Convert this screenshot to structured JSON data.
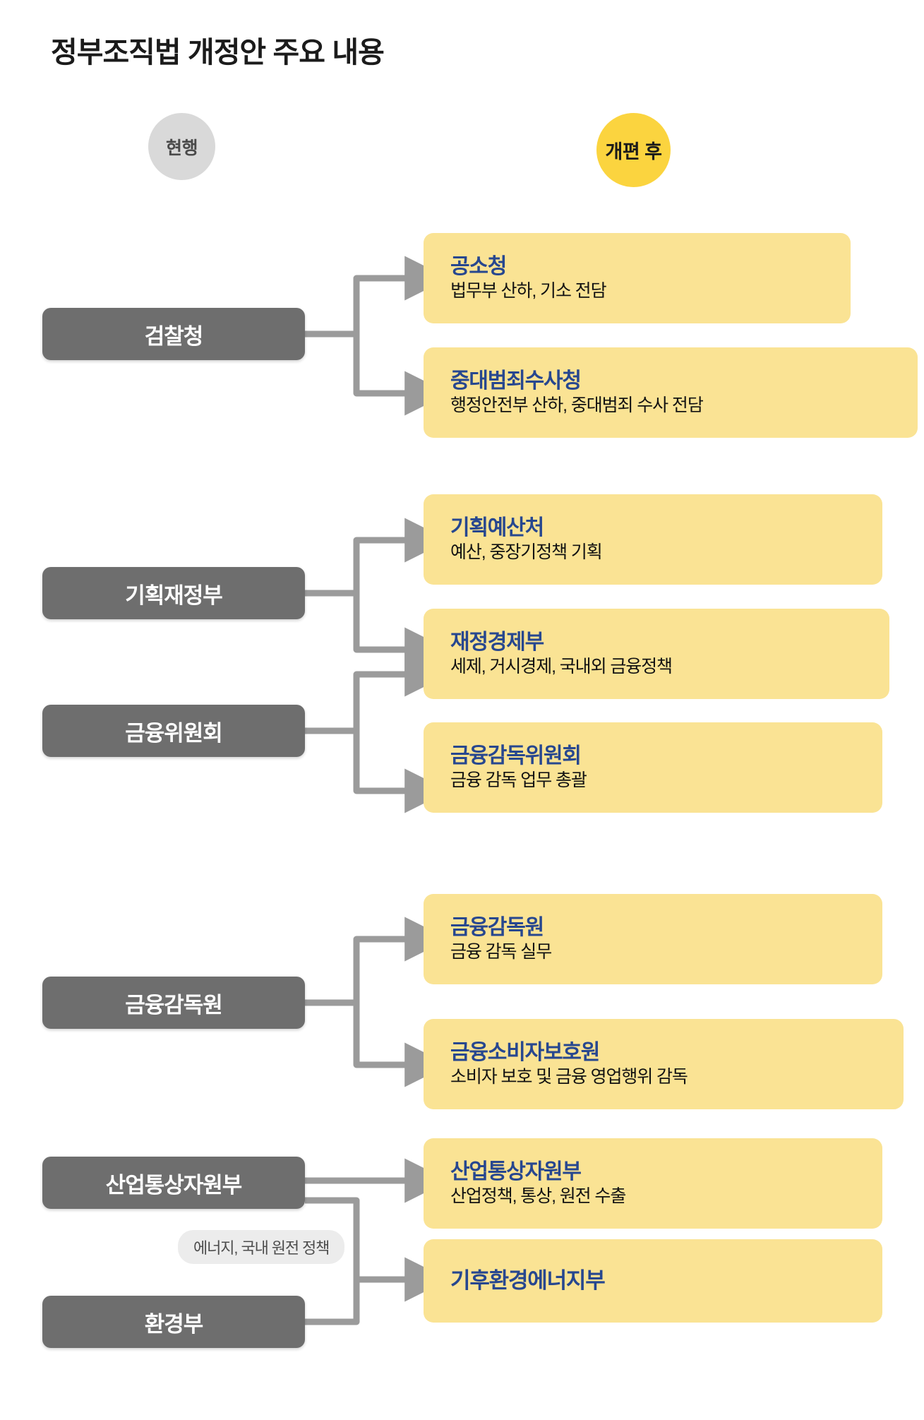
{
  "page": {
    "title": "정부조직법 개정안 주요 내용",
    "colors": {
      "old_box": "#6e6e6e",
      "new_box": "#fae394",
      "new_title": "#27478f",
      "accent_circle": "#fbd43f",
      "current_circle": "#d9d9d9",
      "connector": "#9b9b9b"
    }
  },
  "legend": {
    "current_label": "현행",
    "after_label": "개편 후"
  },
  "sections": [
    {
      "id": "prosecution",
      "old": [
        {
          "label": "검찰청"
        }
      ],
      "new": [
        {
          "title": "공소청",
          "subtitle": "법무부 산하, 기소 전담"
        },
        {
          "title": "중대범죄수사청",
          "subtitle": "행정안전부 산하, 중대범죄 수사 전담"
        }
      ]
    },
    {
      "id": "finance-economy",
      "old": [
        {
          "label": "기획재정부"
        },
        {
          "label": "금융위원회"
        }
      ],
      "new": [
        {
          "title": "기획예산처",
          "subtitle": "예산, 중장기정책 기획"
        },
        {
          "title": "재정경제부",
          "subtitle": "세제, 거시경제, 국내외 금융정책"
        },
        {
          "title": "금융감독위원회",
          "subtitle": "금융 감독 업무 총괄"
        }
      ]
    },
    {
      "id": "financial-supervision",
      "old": [
        {
          "label": "금융감독원"
        }
      ],
      "new": [
        {
          "title": "금융감독원",
          "subtitle": "금융 감독 실무"
        },
        {
          "title": "금융소비자보호원",
          "subtitle": "소비자 보호 및 금융 영업행위 감독"
        }
      ]
    },
    {
      "id": "industry-environment",
      "old": [
        {
          "label": "산업통상자원부"
        },
        {
          "label": "환경부"
        }
      ],
      "new": [
        {
          "title": "산업통상자원부",
          "subtitle": "산업정책, 통상, 원전 수출"
        },
        {
          "title": "기후환경에너지부",
          "subtitle": ""
        }
      ],
      "note": "에너지, 국내 원전 정책"
    }
  ]
}
